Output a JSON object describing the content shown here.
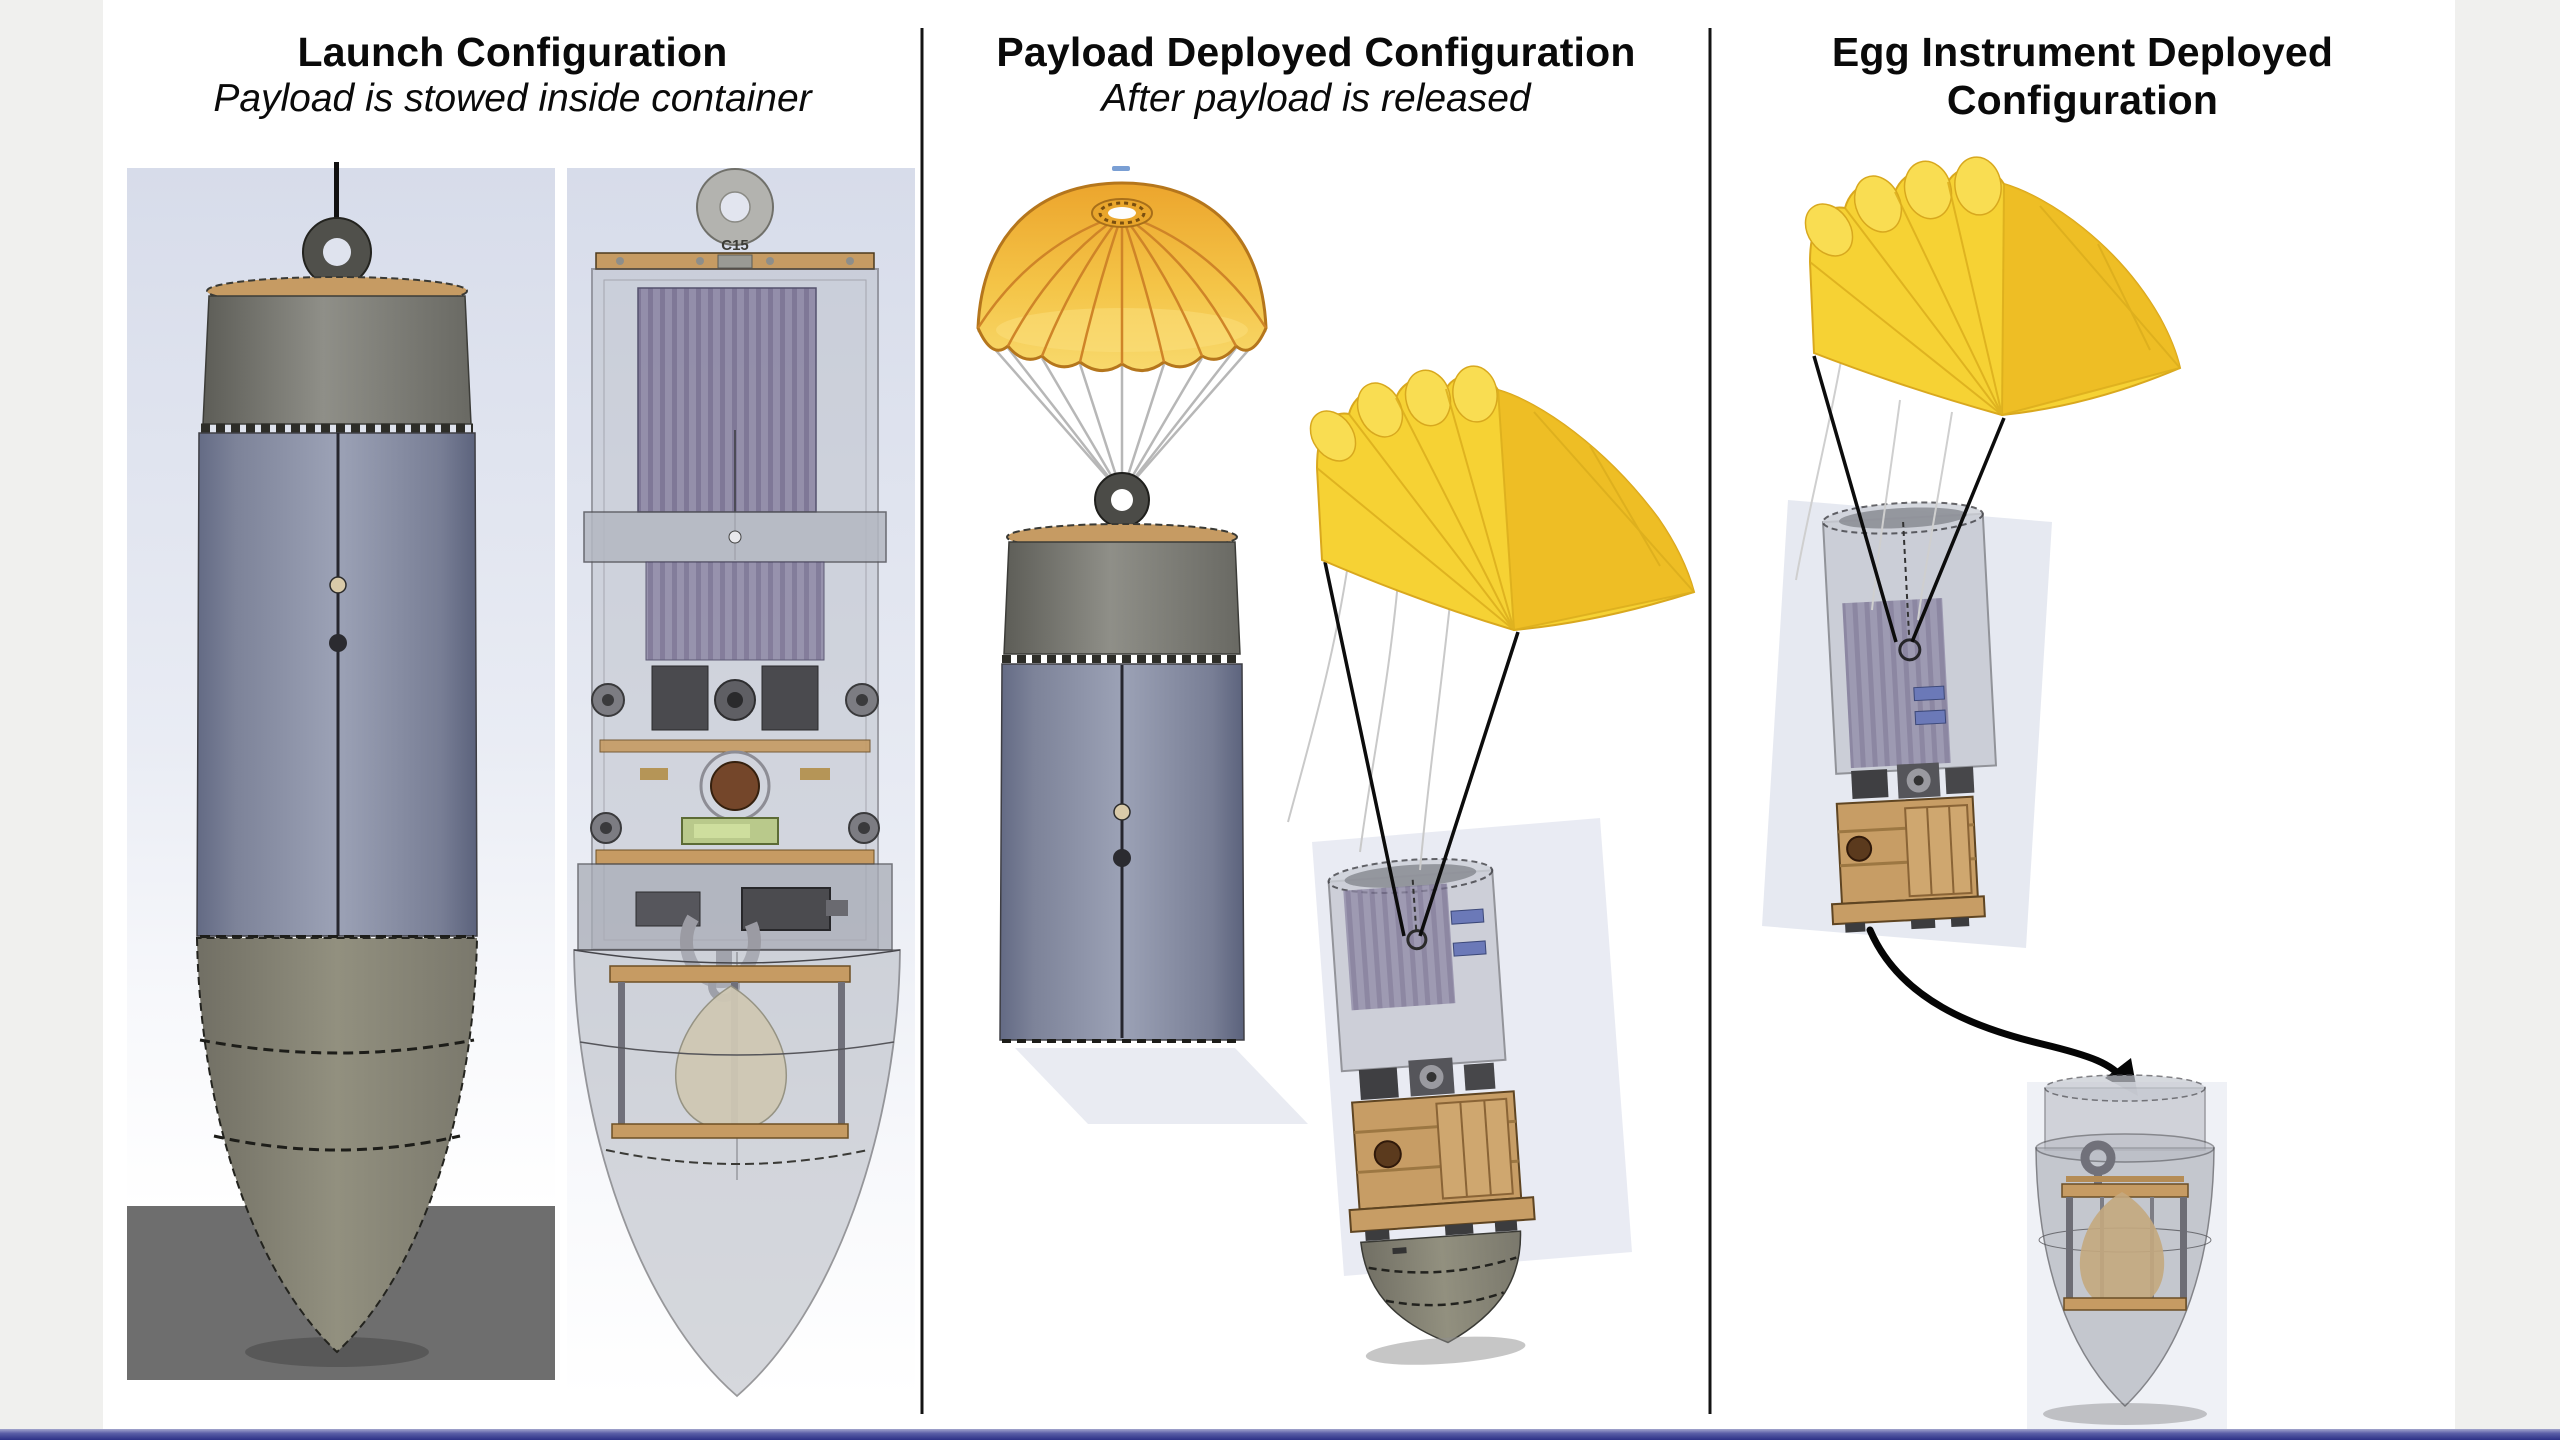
{
  "page": {
    "background_color": "#ffffff",
    "side_strip_color": "#f0f0ee",
    "bottom_bar_color": "#2c3187",
    "divider_color": "#141414"
  },
  "panels": [
    {
      "title": "Launch Configuration",
      "subtitle": "Payload is stowed inside container"
    },
    {
      "title": "Payload Deployed Configuration",
      "subtitle": "After payload is released"
    },
    {
      "title": "Egg Instrument Deployed Configuration",
      "subtitle": ""
    }
  ],
  "markings": {
    "eyebolt_stamp": "C15"
  },
  "colors": {
    "container_body": "#8b90a6",
    "container_top_section": "#7b7b74",
    "lid_plate": "#c69b63",
    "nose_cone": "#8a8779",
    "round_parachute": "#f3c044",
    "parafoil": "#f6d234",
    "egg": "#cfc8b4",
    "cad_background": "#d7dcea"
  }
}
